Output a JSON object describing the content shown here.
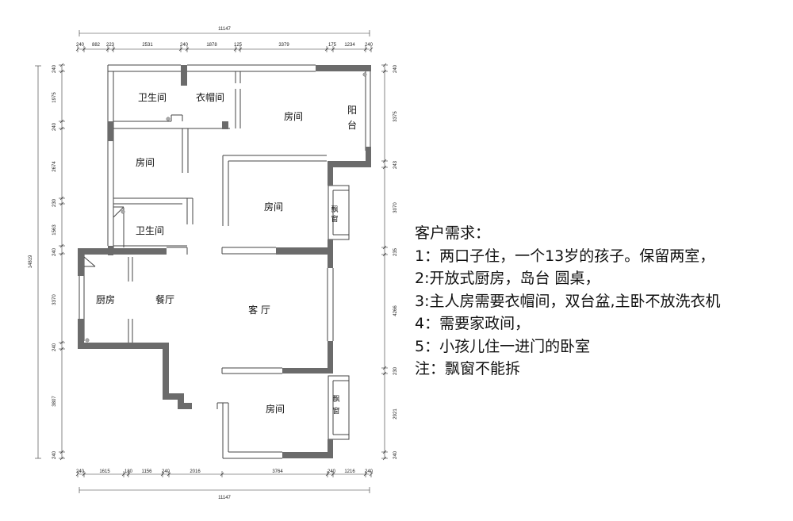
{
  "dimensions": {
    "overall_top": "11147",
    "overall_bottom": "11147",
    "overall_left": "14819",
    "top": [
      "240",
      "882",
      "223",
      "2531",
      "240",
      "1878",
      "125",
      "3379",
      "175",
      "1234",
      "240"
    ],
    "bottom": [
      "240",
      "1615",
      "180",
      "1156",
      "240",
      "2016",
      "3764",
      "240",
      "1216",
      "240"
    ],
    "left": [
      "240",
      "1975",
      "240",
      "2674",
      "230",
      "1563",
      "240",
      "3370",
      "240",
      "3807",
      "240"
    ],
    "right": [
      "240",
      "3375",
      "243",
      "3070",
      "235",
      "4266",
      "230",
      "2921",
      "240"
    ]
  },
  "rooms": {
    "bathroom_upper": "卫生间",
    "closet": "衣帽间",
    "master_bedroom": "房间",
    "balcony_1": "阳",
    "balcony_2": "台",
    "bedroom_left": "房间",
    "bedroom_middle": "房间",
    "bay_window_1a": "飘",
    "bay_window_1b": "窗",
    "bathroom_lower": "卫生间",
    "kitchen": "厨房",
    "dining": "餐厅",
    "living": "客 厅",
    "bedroom_bottom": "房间",
    "bay_window_2a": "飘",
    "bay_window_2b": "窗"
  },
  "requirements": {
    "title": "客户需求：",
    "items": [
      "1：两口子住，一个13岁的孩子。保留两室，",
      "2:开放式厨房，岛台  圆桌，",
      "3:主人房需要衣帽间，双台盆,主卧不放洗衣机",
      "4：需要家政间，",
      "5：小孩儿住一进门的卧室",
      "注：飘窗不能拆"
    ]
  }
}
